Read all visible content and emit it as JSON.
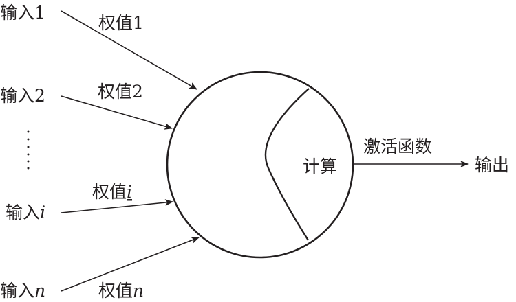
{
  "inputs": [
    {
      "label": "输入",
      "index": "1",
      "weight_label": "权值",
      "weight_index": "1"
    },
    {
      "label": "输入",
      "index": "2",
      "weight_label": "权值",
      "weight_index": "2"
    },
    {
      "label": "输入",
      "index": "i",
      "weight_label": "权值",
      "weight_index": "i"
    },
    {
      "label": "输入",
      "index": "n",
      "weight_label": "权值",
      "weight_index": "n"
    }
  ],
  "neuron": {
    "compute_label": "计算"
  },
  "activation_label": "激活函数",
  "output_label": "输出"
}
